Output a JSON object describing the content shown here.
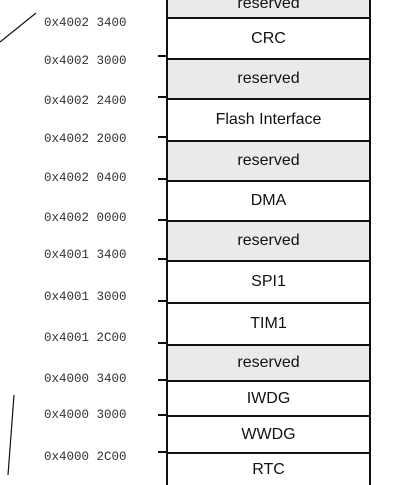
{
  "memory_map": {
    "blocks": [
      {
        "label": "reserved",
        "reserved": true
      },
      {
        "label": "CRC",
        "reserved": false
      },
      {
        "label": "reserved",
        "reserved": true
      },
      {
        "label": "Flash Interface",
        "reserved": false
      },
      {
        "label": "reserved",
        "reserved": true
      },
      {
        "label": "DMA",
        "reserved": false
      },
      {
        "label": "reserved",
        "reserved": true
      },
      {
        "label": "SPI1",
        "reserved": false
      },
      {
        "label": "TIM1",
        "reserved": false
      },
      {
        "label": "reserved",
        "reserved": true
      },
      {
        "label": "IWDG",
        "reserved": false
      },
      {
        "label": "WWDG",
        "reserved": false
      },
      {
        "label": "RTC",
        "reserved": false
      }
    ],
    "addresses": [
      "0x4002 3400",
      "0x4002 3000",
      "0x4002 2400",
      "0x4002 2000",
      "0x4002 0400",
      "0x4002 0000",
      "0x4001 3400",
      "0x4001 3000",
      "0x4001 2C00",
      "0x4000 3400",
      "0x4000 3000",
      "0x4000 2C00"
    ]
  }
}
